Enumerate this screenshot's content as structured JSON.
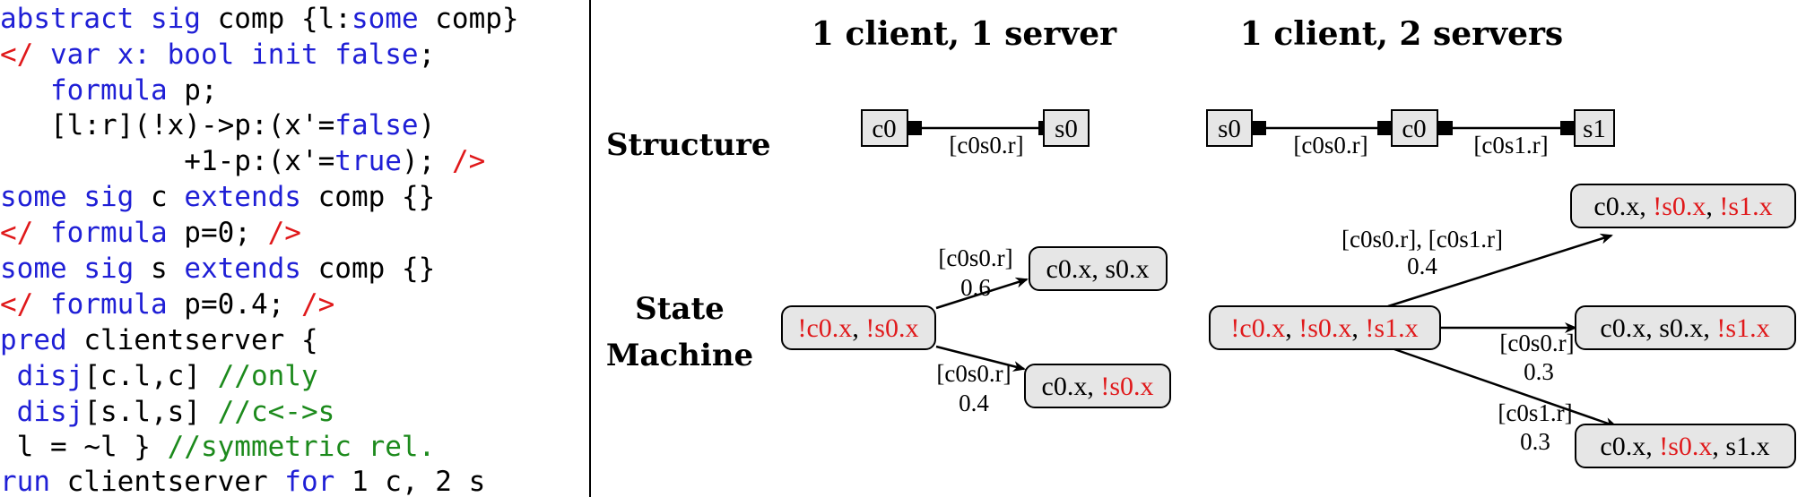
{
  "code": {
    "lines": [
      [
        {
          "t": "abstract sig",
          "c": "kw"
        },
        {
          "t": " comp {l:",
          "c": "blk"
        },
        {
          "t": "some",
          "c": "kw"
        },
        {
          "t": " comp}",
          "c": "blk"
        }
      ],
      [
        {
          "t": "</",
          "c": "red"
        },
        {
          "t": " var x: ",
          "c": "kw"
        },
        {
          "t": "bool init false",
          "c": "kw"
        },
        {
          "t": ";",
          "c": "blk"
        }
      ],
      [
        {
          "t": "   formula",
          "c": "kw"
        },
        {
          "t": " p;",
          "c": "blk"
        }
      ],
      [
        {
          "t": "   [l:r](!x)->p:(x'=",
          "c": "blk"
        },
        {
          "t": "false",
          "c": "kw"
        },
        {
          "t": ")",
          "c": "blk"
        }
      ],
      [
        {
          "t": "           +1-p:(x'=",
          "c": "blk"
        },
        {
          "t": "true",
          "c": "kw"
        },
        {
          "t": "); ",
          "c": "blk"
        },
        {
          "t": "/>",
          "c": "red"
        }
      ],
      [
        {
          "t": "some sig",
          "c": "kw"
        },
        {
          "t": " c ",
          "c": "blk"
        },
        {
          "t": "extends",
          "c": "kw"
        },
        {
          "t": " comp {}",
          "c": "blk"
        }
      ],
      [
        {
          "t": "</",
          "c": "red"
        },
        {
          "t": " formula",
          "c": "kw"
        },
        {
          "t": " p=0; ",
          "c": "blk"
        },
        {
          "t": "/>",
          "c": "red"
        }
      ],
      [
        {
          "t": "some sig",
          "c": "kw"
        },
        {
          "t": " s ",
          "c": "blk"
        },
        {
          "t": "extends",
          "c": "kw"
        },
        {
          "t": " comp {}",
          "c": "blk"
        }
      ],
      [
        {
          "t": "</",
          "c": "red"
        },
        {
          "t": " formula",
          "c": "kw"
        },
        {
          "t": " p=0.4; ",
          "c": "blk"
        },
        {
          "t": "/>",
          "c": "red"
        }
      ],
      [
        {
          "t": "pred",
          "c": "kw"
        },
        {
          "t": " clientserver {",
          "c": "blk"
        }
      ],
      [
        {
          "t": " disj",
          "c": "kw"
        },
        {
          "t": "[c.l,c] ",
          "c": "blk"
        },
        {
          "t": "//only",
          "c": "grn"
        }
      ],
      [
        {
          "t": " disj",
          "c": "kw"
        },
        {
          "t": "[s.l,s] ",
          "c": "blk"
        },
        {
          "t": "//c<->s",
          "c": "grn"
        }
      ],
      [
        {
          "t": " l = ~l } ",
          "c": "blk"
        },
        {
          "t": "//symmetric rel.",
          "c": "grn"
        }
      ],
      [
        {
          "t": "run",
          "c": "kw"
        },
        {
          "t": " clientserver ",
          "c": "blk"
        },
        {
          "t": "for",
          "c": "kw"
        },
        {
          "t": " 1 c, 2 s",
          "c": "blk"
        }
      ]
    ]
  },
  "headings": {
    "left": "1 client, 1 server",
    "right": "1 client, 2 servers"
  },
  "row_labels": {
    "structure": "Structure",
    "state_line1": "State",
    "state_line2": "Machine"
  },
  "structure_left": {
    "node_a": "c0",
    "node_b": "s0",
    "edge": "[c0s0.r]"
  },
  "structure_right": {
    "node_a": "s0",
    "node_b": "c0",
    "node_c": "s1",
    "edge_ab": "[c0s0.r]",
    "edge_bc": "[c0s1.r]"
  },
  "states_left": {
    "start": [
      {
        "t": "!c0.x",
        "neg": true
      },
      {
        "t": ", ",
        "neg": false
      },
      {
        "t": "!s0.x",
        "neg": true
      }
    ],
    "top": [
      {
        "t": "c0.x, s0.x",
        "neg": false
      }
    ],
    "bottom": [
      {
        "t": "c0.x, ",
        "neg": false
      },
      {
        "t": "!s0.x",
        "neg": true
      }
    ],
    "edge_top_label": "[c0s0.r]",
    "edge_top_prob": "0.6",
    "edge_bottom_label": "[c0s0.r]",
    "edge_bottom_prob": "0.4"
  },
  "states_right": {
    "start": [
      {
        "t": "!c0.x",
        "neg": true
      },
      {
        "t": ", ",
        "neg": false
      },
      {
        "t": "!s0.x",
        "neg": true
      },
      {
        "t": ", ",
        "neg": false
      },
      {
        "t": "!s1.x",
        "neg": true
      }
    ],
    "top": [
      {
        "t": "c0.x, ",
        "neg": false
      },
      {
        "t": "!s0.x",
        "neg": true
      },
      {
        "t": ", ",
        "neg": false
      },
      {
        "t": "!s1.x",
        "neg": true
      }
    ],
    "mid": [
      {
        "t": "c0.x, s0.x, ",
        "neg": false
      },
      {
        "t": "!s1.x",
        "neg": true
      }
    ],
    "bottom": [
      {
        "t": "c0.x, ",
        "neg": false
      },
      {
        "t": "!s0.x",
        "neg": true
      },
      {
        "t": ", s1.x",
        "neg": false
      }
    ],
    "edge_top_label": "[c0s0.r], [c0s1.r]",
    "edge_top_prob": "0.4",
    "edge_mid_label": "[c0s0.r]",
    "edge_mid_prob": "0.3",
    "edge_bottom_label": "[c0s1.r]",
    "edge_bottom_prob": "0.3"
  },
  "colors": {
    "keyword": "#1f1fd6",
    "negated": "#e0191b",
    "comment": "#1c8a1c",
    "node_fill": "#e6e6e6"
  }
}
